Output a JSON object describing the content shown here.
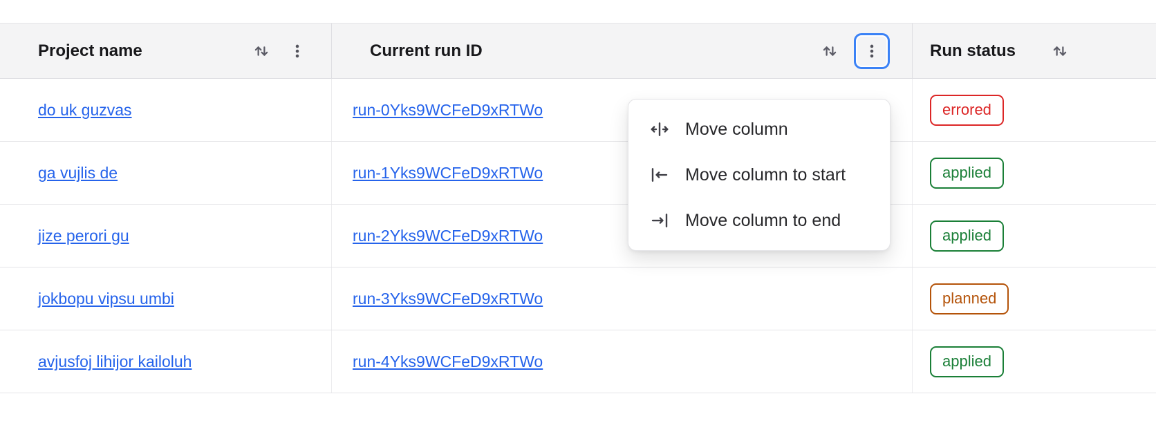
{
  "table": {
    "columns": [
      {
        "label": "Project name"
      },
      {
        "label": "Current run ID"
      },
      {
        "label": "Run status"
      }
    ],
    "rows": [
      {
        "project": "do uk guzvas",
        "run_id": "run-0Yks9WCFeD9xRTWo",
        "status": "errored"
      },
      {
        "project": "ga vujlis de",
        "run_id": "run-1Yks9WCFeD9xRTWo",
        "status": "applied"
      },
      {
        "project": "jize perori gu",
        "run_id": "run-2Yks9WCFeD9xRTWo",
        "status": "applied"
      },
      {
        "project": "jokbopu vipsu umbi",
        "run_id": "run-3Yks9WCFeD9xRTWo",
        "status": "planned"
      },
      {
        "project": "avjusfoj lihijor kailoluh",
        "run_id": "run-4Yks9WCFeD9xRTWo",
        "status": "applied"
      }
    ]
  },
  "column_menu": {
    "items": [
      {
        "label": "Move column",
        "icon": "move-column-icon"
      },
      {
        "label": "Move column to start",
        "icon": "move-column-to-start-icon"
      },
      {
        "label": "Move column to end",
        "icon": "move-column-to-end-icon"
      }
    ]
  },
  "colors": {
    "link": "#2563eb",
    "header_bg": "#f4f4f5",
    "focus_ring": "#3b82f6",
    "status_errored": "#dc2626",
    "status_applied": "#1a7f37",
    "status_planned": "#b45309"
  }
}
